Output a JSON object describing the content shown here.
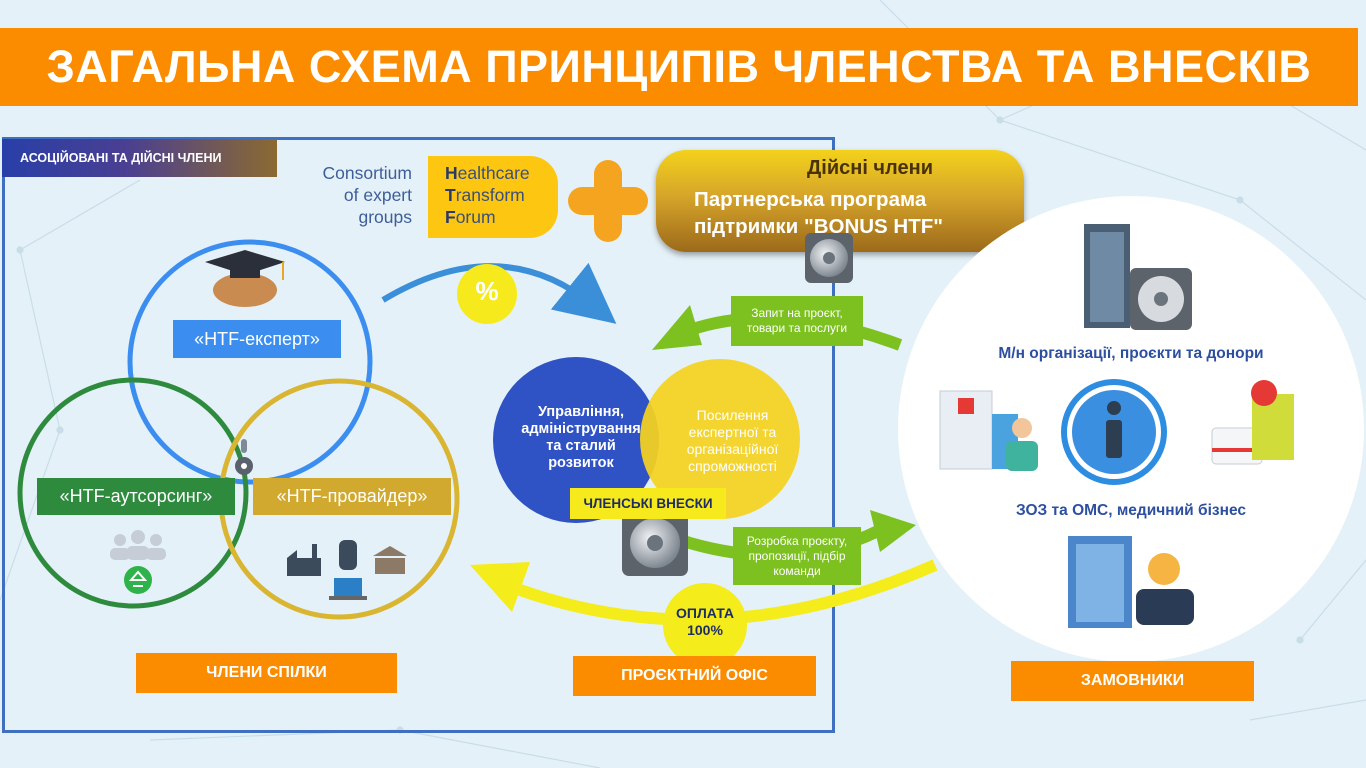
{
  "title": "ЗАГАЛЬНА СХЕМА ПРИНЦИПІВ ЧЛЕНСТВА ТА ВНЕСКІВ",
  "assoc_label": "АСОЦІЙОВАНІ ТА ДІЙСНІ ЧЛЕНИ",
  "consortium": [
    "Consortium",
    "of expert",
    "groups"
  ],
  "htf": [
    {
      "first": "H",
      "rest": "ealthcare"
    },
    {
      "first": "T",
      "rest": "ransform"
    },
    {
      "first": "F",
      "rest": "orum"
    }
  ],
  "dijsni": {
    "title": "Дійсні члени",
    "subtitle_1": "Партнерська програма",
    "subtitle_2": "підтримки \"BONUS HTF\""
  },
  "percent": "%",
  "venn": {
    "expert": "«HTF-експерт»",
    "outsourcing": "«HTF-аутсорсинг»",
    "provider": "«HTF-провайдер»"
  },
  "office": {
    "left_circle": [
      "Управління,",
      "адміністрування",
      "та сталий",
      "розвиток"
    ],
    "right_circle": [
      "Посилення",
      "експертної та",
      "організаційної",
      "спроможності"
    ],
    "fees": "ЧЛЕНСЬКІ ВНЕСКИ"
  },
  "flows": {
    "request": [
      "Запит на проєкт,",
      "товари та послуги"
    ],
    "develop": [
      "Розробка проєкту,",
      "пропозиції, підбір",
      "команди"
    ],
    "payment": [
      "ОПЛАТА",
      "100%"
    ]
  },
  "customers": {
    "intl": "М/н організації, проєкти та донори",
    "health": "ЗОЗ та ОМС, медичний бізнес"
  },
  "bottom_labels": {
    "members": "ЧЛЕНИ СПІЛКИ",
    "project_office": "ПРОЄКТНИЙ ОФІС",
    "customers": "ЗАМОВНИКИ"
  },
  "colors": {
    "orange": "#fb8c00",
    "blue": "#3e6fc0",
    "green": "#2e8b3e",
    "gold": "#d9b532",
    "arrow_green": "#7cc11f",
    "arrow_yellow": "#f4ec1b"
  }
}
